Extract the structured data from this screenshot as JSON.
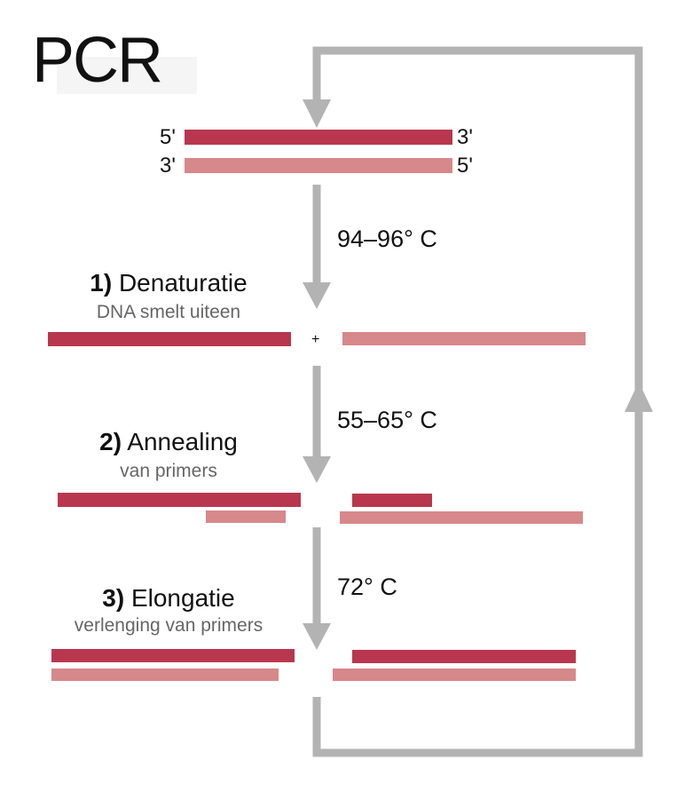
{
  "title": "PCR",
  "colors": {
    "strand_dark": "#b8374f",
    "strand_light": "#d7888b",
    "arrow": "#b3b3b3"
  },
  "top_strands": {
    "left_top": "5'",
    "left_bottom": "3'",
    "right_top": "3'",
    "right_bottom": "5'"
  },
  "steps": [
    {
      "number": "1)",
      "name": "Denaturatie",
      "subtitle": "DNA smelt uiteen",
      "temperature": "94–96° C"
    },
    {
      "number": "2)",
      "name": "Annealing",
      "subtitle": "van primers",
      "temperature": "55–65° C"
    },
    {
      "number": "3)",
      "name": "Elongatie",
      "subtitle": "verlenging van primers",
      "temperature": "72° C"
    }
  ],
  "plus": "+"
}
